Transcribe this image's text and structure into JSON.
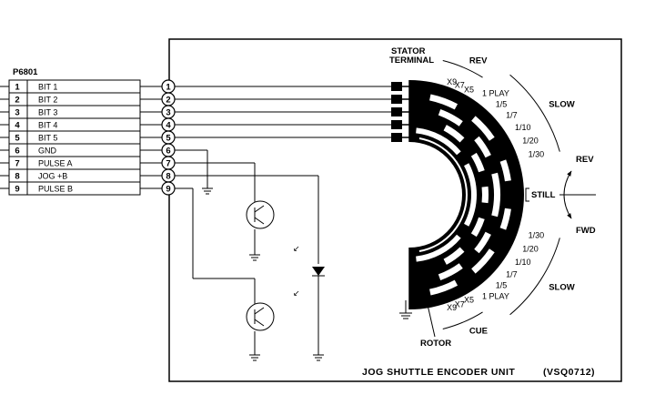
{
  "connector": {
    "name": "P6801",
    "pins": [
      {
        "num": "1",
        "label": "BIT 1"
      },
      {
        "num": "2",
        "label": "BIT 2"
      },
      {
        "num": "3",
        "label": "BIT 3"
      },
      {
        "num": "4",
        "label": "BIT 4"
      },
      {
        "num": "5",
        "label": "BIT 5"
      },
      {
        "num": "6",
        "label": "GND"
      },
      {
        "num": "7",
        "label": "PULSE A"
      },
      {
        "num": "8",
        "label": "JOG +B"
      },
      {
        "num": "9",
        "label": "PULSE B"
      }
    ]
  },
  "encoder": {
    "stator_label_1": "STATOR",
    "stator_label_2": "TERMINAL",
    "rotor_label": "ROTOR",
    "title": "JOG SHUTTLE ENCODER UNIT",
    "part_number": "(VSQ0712)"
  },
  "scale": {
    "top": [
      "X9",
      "X7",
      "X5",
      "1 PLAY",
      "1/5",
      "1/7",
      "1/10",
      "1/20",
      "1/30"
    ],
    "still": "STILL",
    "bottom": [
      "1/30",
      "1/20",
      "1/10",
      "1/7",
      "1/5",
      "1 PLAY",
      "X5",
      "X7",
      "X9"
    ],
    "groups": {
      "rev": "REV",
      "slow_top": "SLOW",
      "slow_bottom": "SLOW",
      "cue": "CUE"
    },
    "direction": {
      "rev": "REV",
      "fwd": "FWD"
    }
  }
}
